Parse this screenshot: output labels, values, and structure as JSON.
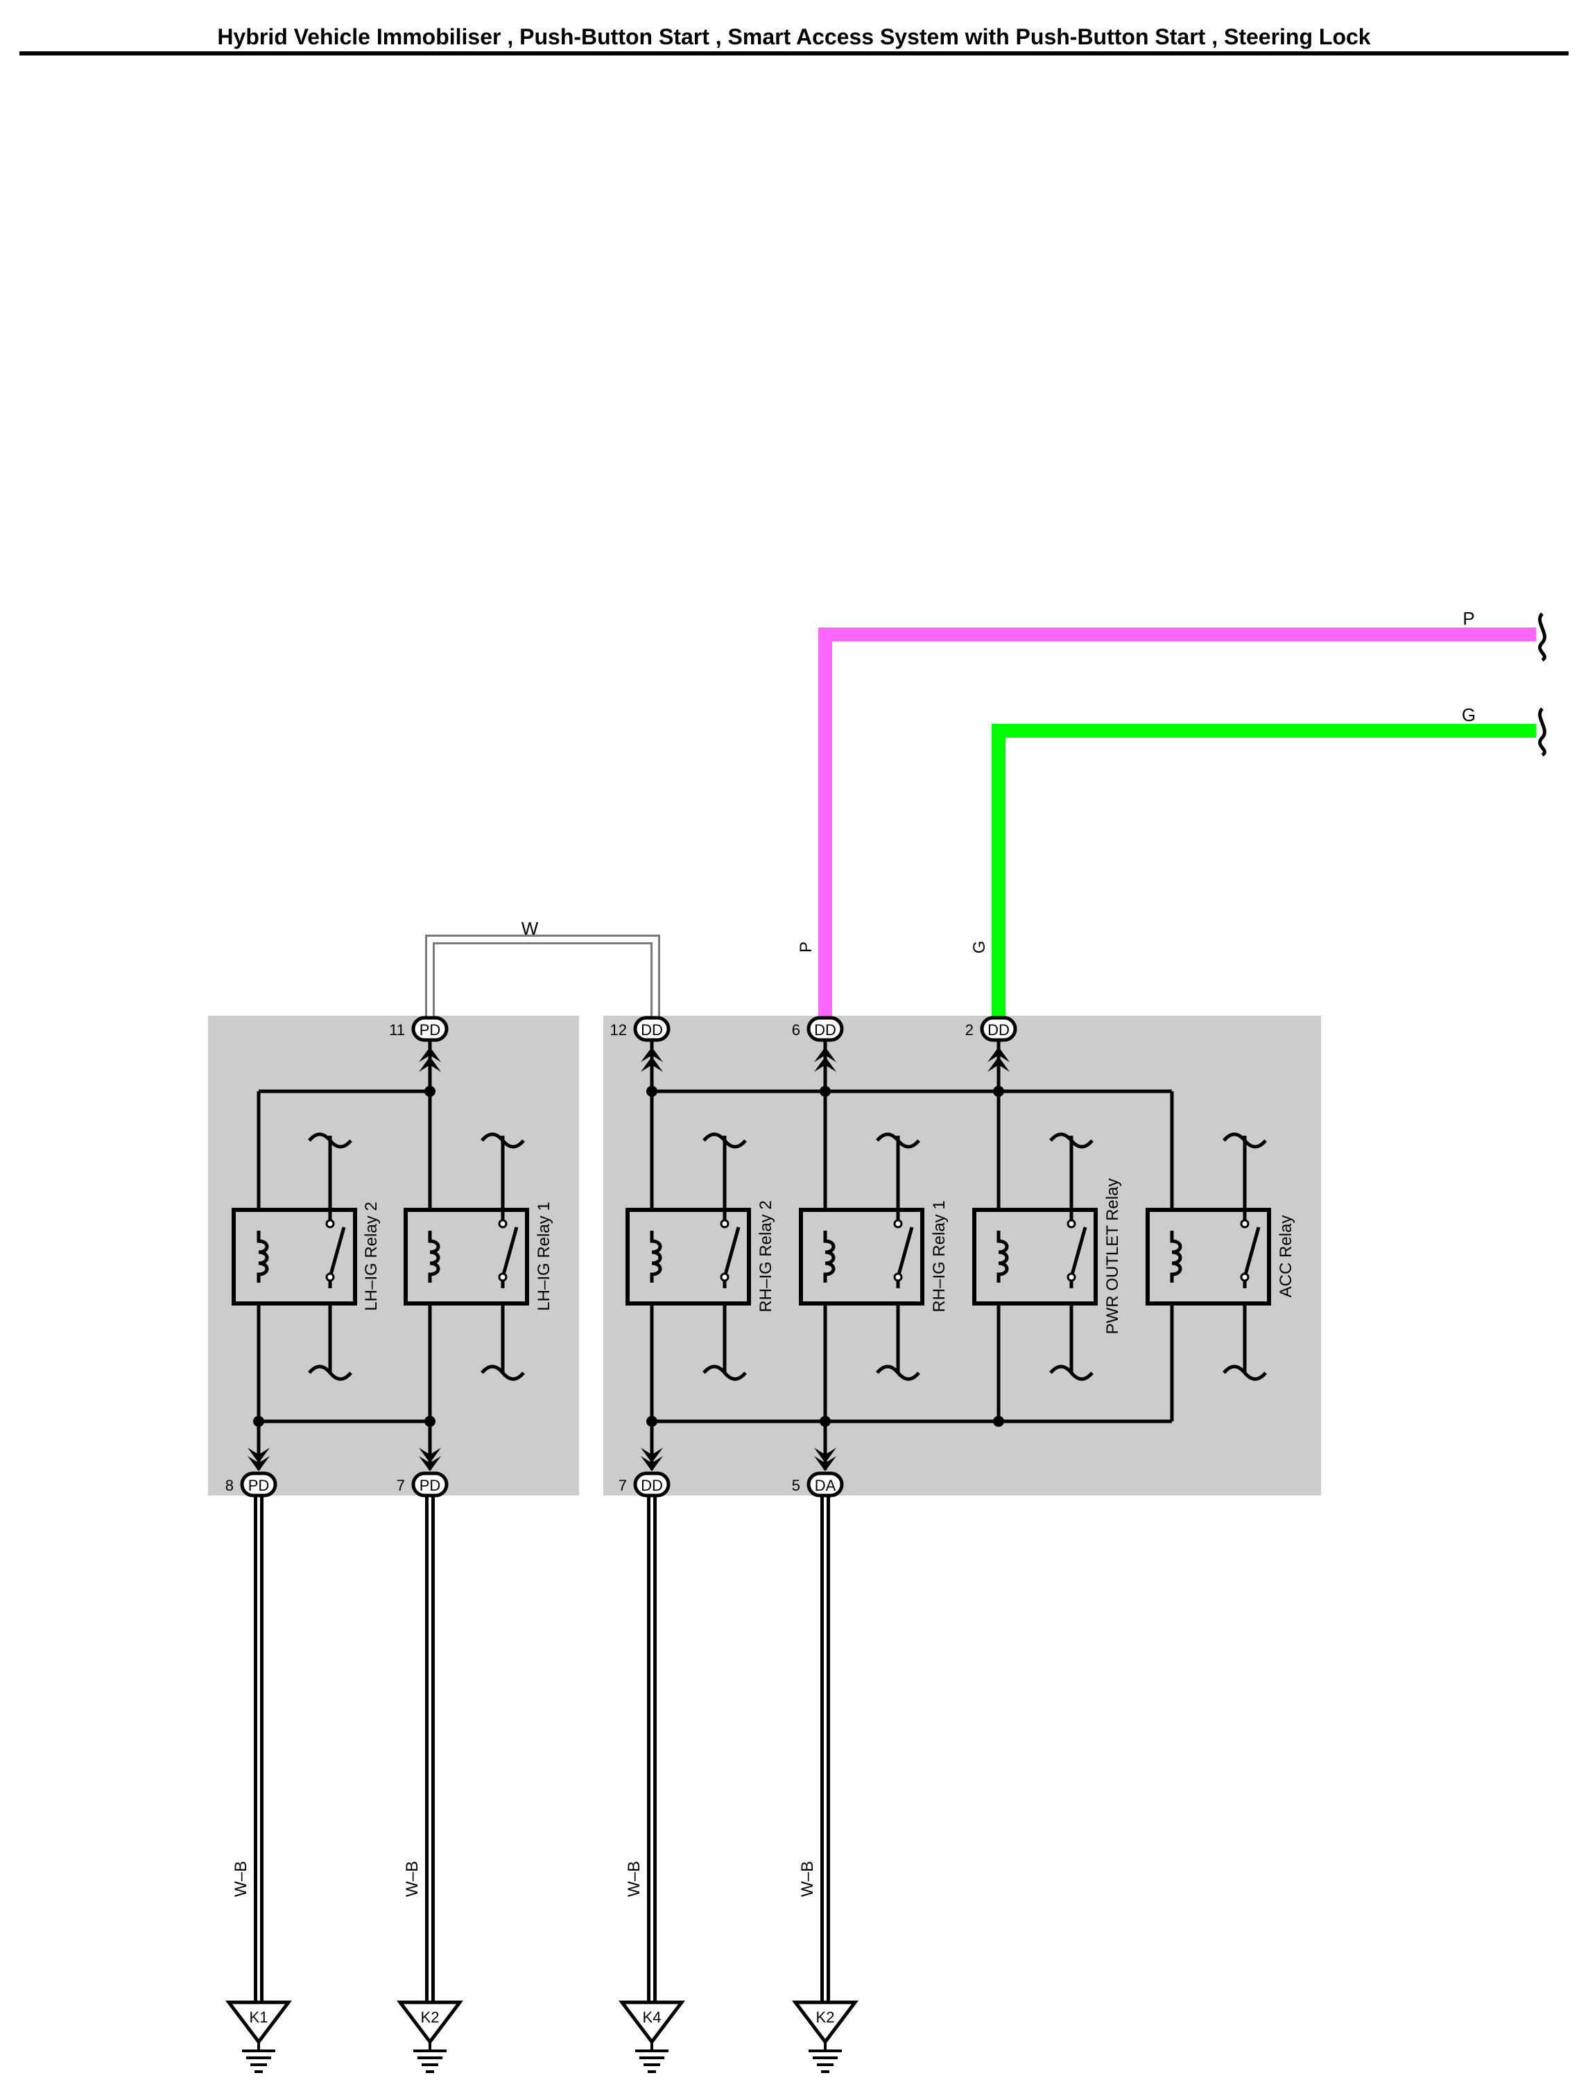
{
  "header": {
    "title": "Hybrid Vehicle Immobiliser , Push-Button Start , Smart Access System with Push-Button Start , Steering Lock"
  },
  "colors": {
    "wire_P": "#ff66ff",
    "wire_G": "#00ff00",
    "box_fill": "#cccccc"
  },
  "wires": {
    "P_label": "P",
    "G_label": "G",
    "W_label": "W",
    "ground_wire_label": "W–B"
  },
  "connectors": [
    {
      "pin": "11",
      "code": "PD"
    },
    {
      "pin": "12",
      "code": "DD"
    },
    {
      "pin": "6",
      "code": "DD"
    },
    {
      "pin": "2",
      "code": "DD"
    },
    {
      "pin": "8",
      "code": "PD"
    },
    {
      "pin": "7",
      "code": "PD"
    },
    {
      "pin": "7",
      "code": "DD"
    },
    {
      "pin": "5",
      "code": "DA"
    }
  ],
  "relays": [
    {
      "label": "LH–IG Relay 2"
    },
    {
      "label": "LH–IG Relay 1"
    },
    {
      "label": "RH–IG Relay 2"
    },
    {
      "label": "RH–IG Relay 1"
    },
    {
      "label": "PWR OUTLET Relay"
    },
    {
      "label": "ACC Relay"
    }
  ],
  "grounds": [
    {
      "label": "K1"
    },
    {
      "label": "K2"
    },
    {
      "label": "K4"
    },
    {
      "label": "K2"
    }
  ]
}
